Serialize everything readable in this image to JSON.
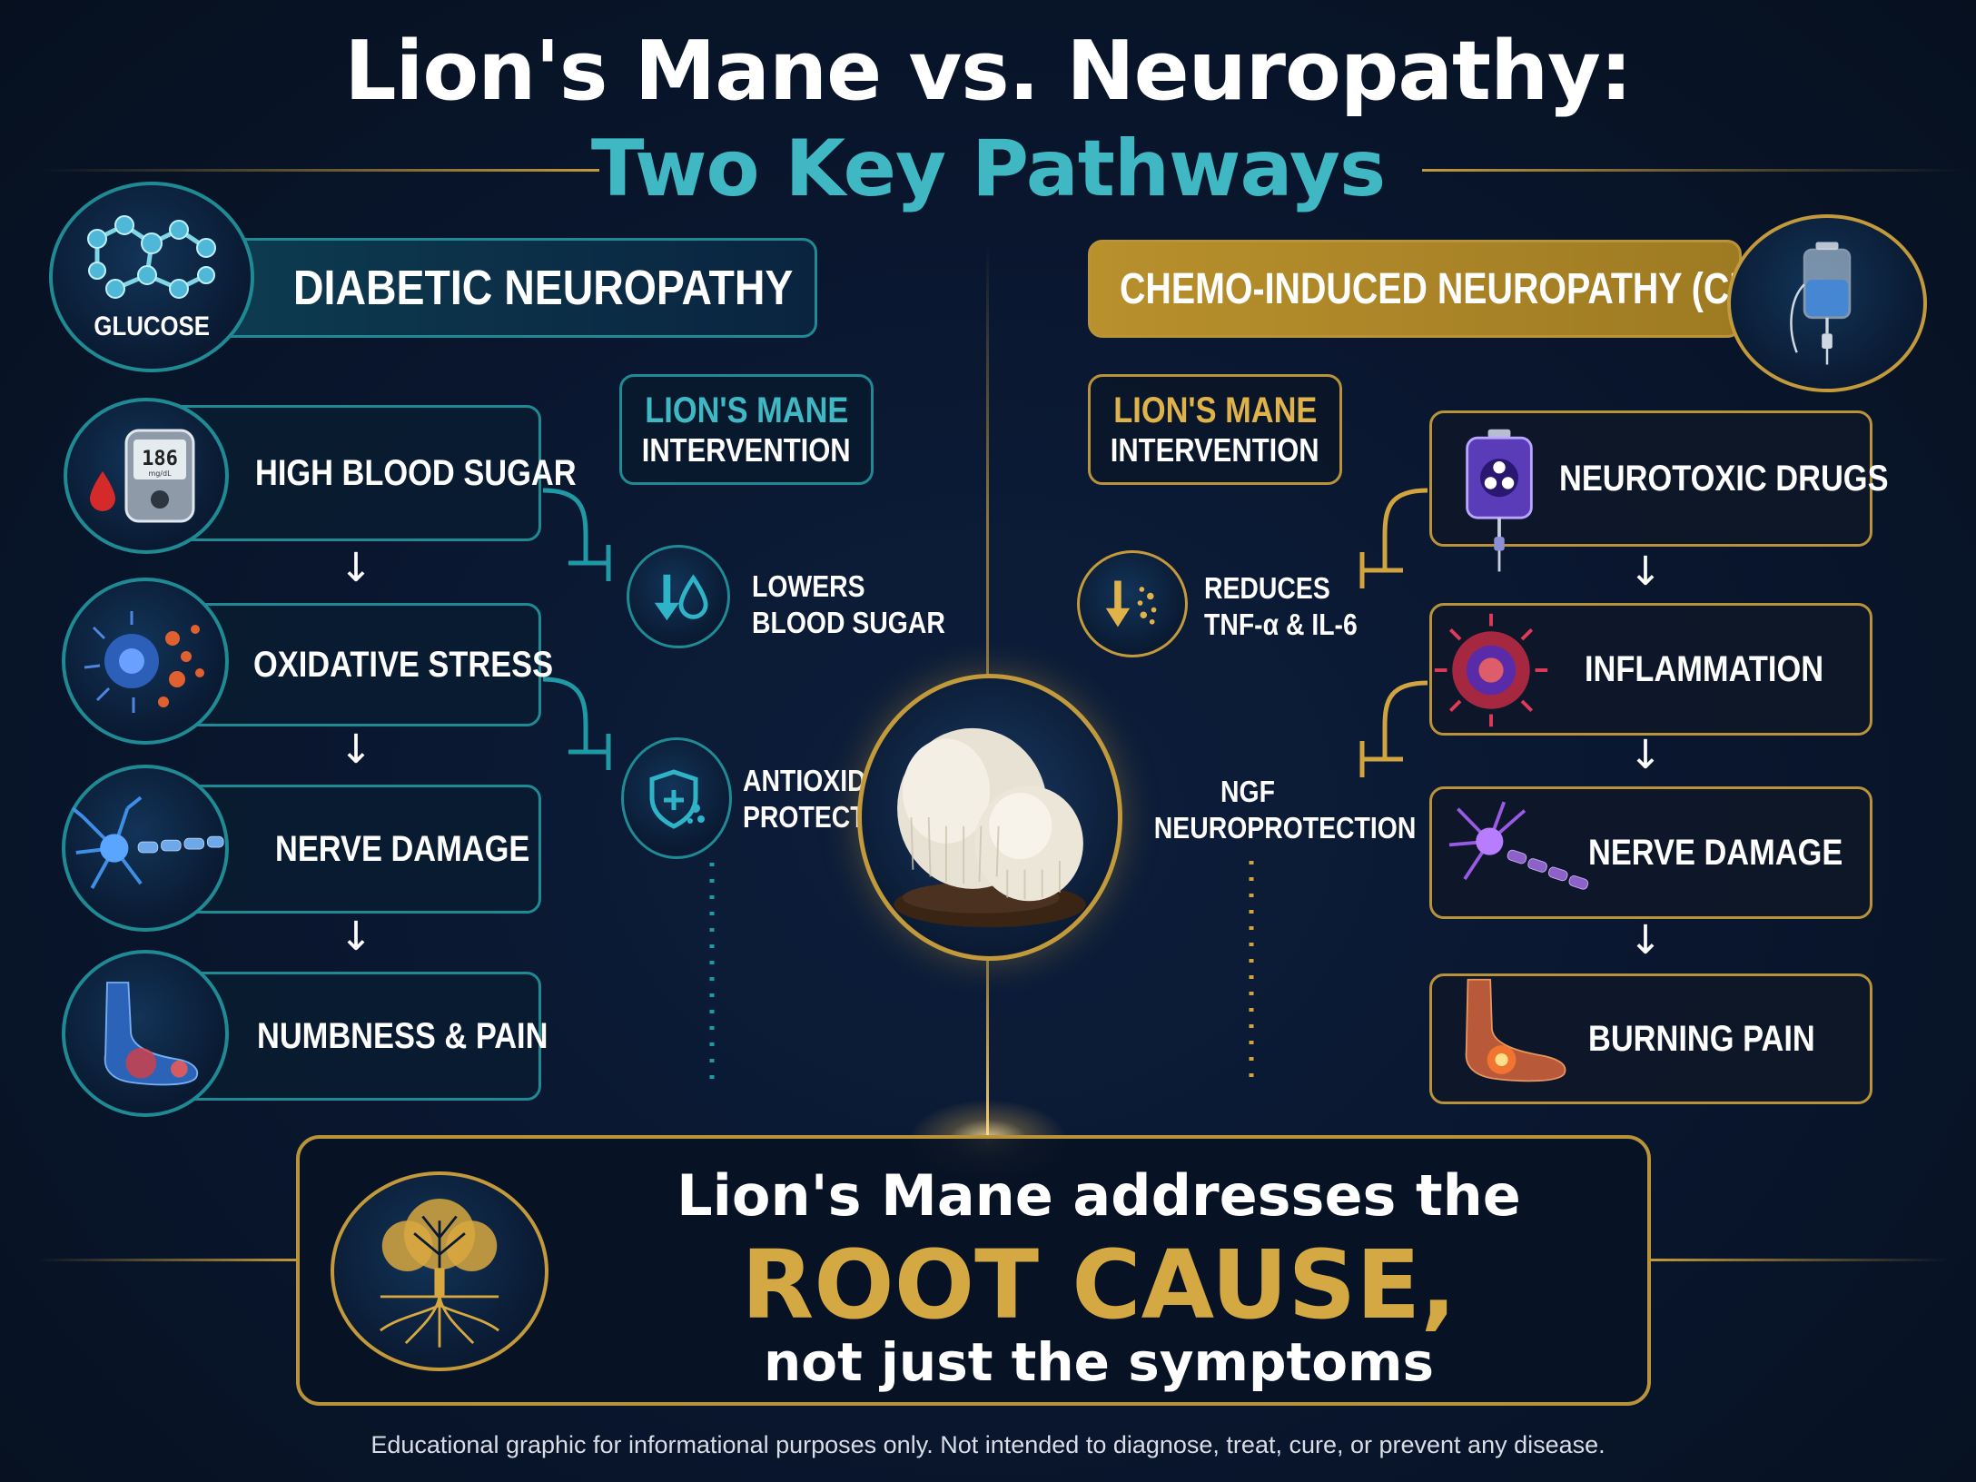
{
  "header": {
    "title": "Lion's Mane vs. Neuropathy:",
    "subtitle": "Two Key Pathways"
  },
  "diabetic": {
    "heading": "DIABETIC NEUROPATHY",
    "icon_label": "GLUCOSE",
    "meter_value": "186",
    "meter_unit": "mg/dL",
    "stages": [
      "HIGH BLOOD SUGAR",
      "OXIDATIVE STRESS",
      "NERVE DAMAGE",
      "NUMBNESS & PAIN"
    ],
    "intervention_title": "LION'S MANE",
    "intervention_sub": "INTERVENTION",
    "interventions": [
      {
        "line1": "LOWERS",
        "line2": "BLOOD SUGAR"
      },
      {
        "line1": "ANTIOXIDANT",
        "line2": "PROTECTION"
      }
    ]
  },
  "cipn": {
    "heading": "CHEMO-INDUCED NEUROPATHY (CIPN)",
    "stages": [
      "NEUROTOXIC DRUGS",
      "INFLAMMATION",
      "NERVE DAMAGE",
      "BURNING PAIN"
    ],
    "intervention_title": "LION'S MANE",
    "intervention_sub": "INTERVENTION",
    "interventions": [
      {
        "line1": "REDUCES",
        "line2": "TNF-α & IL-6"
      },
      {
        "line1": "NGF",
        "line2": "NEUROPROTECTION"
      }
    ]
  },
  "banner": {
    "line1": "Lion's Mane addresses the",
    "line2": "ROOT CAUSE,",
    "line3": "not just the symptoms"
  },
  "footer": {
    "disclaimer": "Educational graphic for informational purposes only. Not intended to diagnose, treat, cure, or prevent any disease."
  },
  "colors": {
    "teal": "#1f8a93",
    "teal_text": "#3fb8c4",
    "gold": "#c29a3c",
    "gold_text": "#e0b24a",
    "background": "#0a1730"
  },
  "arrow_glyph": "↓"
}
